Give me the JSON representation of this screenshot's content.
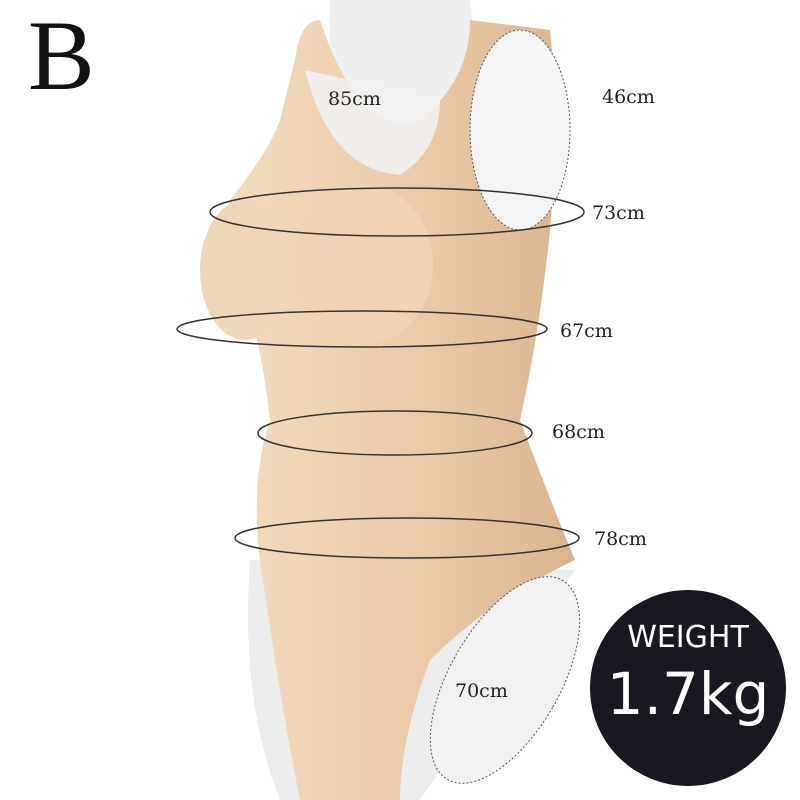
{
  "variant_letter": "B",
  "measurements": {
    "neck_opening": "85cm",
    "armhole": "46cm",
    "bust": "73cm",
    "underbust": "67cm",
    "waist": "68cm",
    "hip": "78cm",
    "leg_opening": "70cm"
  },
  "weight": {
    "label": "WEIGHT",
    "value": "1.7kg"
  },
  "colors": {
    "skin": "#e9c9a6",
    "mannequin": "#eeeeee",
    "badge": "#1b1720"
  }
}
